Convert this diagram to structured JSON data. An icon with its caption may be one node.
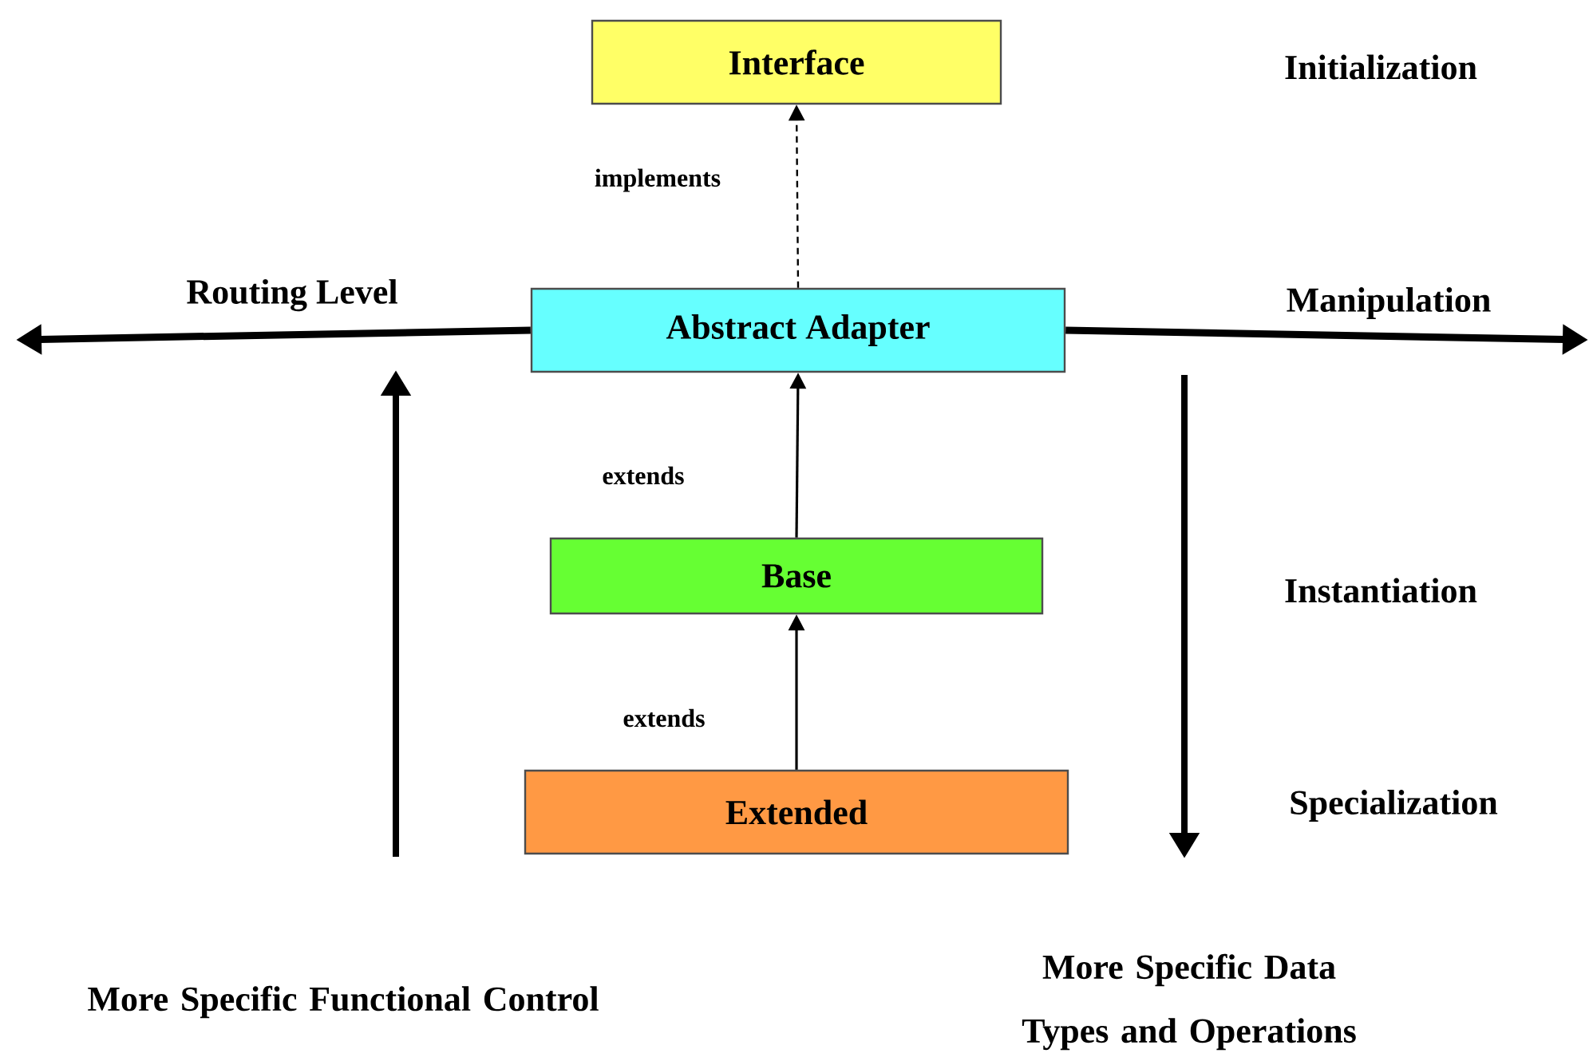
{
  "diagram": {
    "nodes": [
      {
        "text": [
          "Interface"
        ]
      },
      {
        "text": [
          "Abstract Adapter"
        ]
      },
      {
        "text": [
          "Base"
        ]
      },
      {
        "text": [
          "Extended"
        ]
      }
    ],
    "edges": [
      {
        "from": 1,
        "to": 0,
        "arrow": "to",
        "style": "dashed",
        "label": "implements"
      },
      {
        "from": 2,
        "to": 1,
        "arrow": "to",
        "label": "extends"
      },
      {
        "from": 3,
        "to": 2,
        "arrow": "to",
        "label": "extends"
      },
      {
        "from": 1,
        "to": null,
        "arrow": "to",
        "style": "thick"
      },
      {
        "from": 1,
        "to": null,
        "arrow": "to",
        "style": "thick"
      }
    ],
    "labels": [
      "Initialization",
      "Routing Level",
      "Manipulation",
      "Instantiation",
      "Specialization",
      "More Specific Functional Control",
      "More Specific Data Types and Operations"
    ]
  }
}
